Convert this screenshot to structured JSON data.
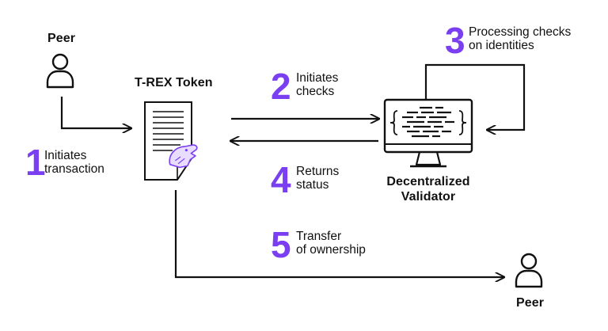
{
  "colors": {
    "accent": "#7B3FF2",
    "ink": "#111111",
    "background": "#FFFFFF"
  },
  "nodes": {
    "peer_sender": {
      "label": "Peer",
      "icon": "user-icon"
    },
    "token": {
      "label": "T-REX Token",
      "icon": "document-with-dino-icon"
    },
    "validator": {
      "label_line1": "Decentralized",
      "label_line2": "Validator",
      "icon": "monitor-code-icon"
    },
    "peer_receiver": {
      "label": "Peer",
      "icon": "user-icon"
    }
  },
  "steps": [
    {
      "number": "1",
      "line1": "Initiates",
      "line2": "transaction"
    },
    {
      "number": "2",
      "line1": "Initiates",
      "line2": "checks"
    },
    {
      "number": "3",
      "line1": "Processing checks",
      "line2": "on identities"
    },
    {
      "number": "4",
      "line1": "Returns",
      "line2": "status"
    },
    {
      "number": "5",
      "line1": "Transfer",
      "line2": "of ownership"
    }
  ]
}
